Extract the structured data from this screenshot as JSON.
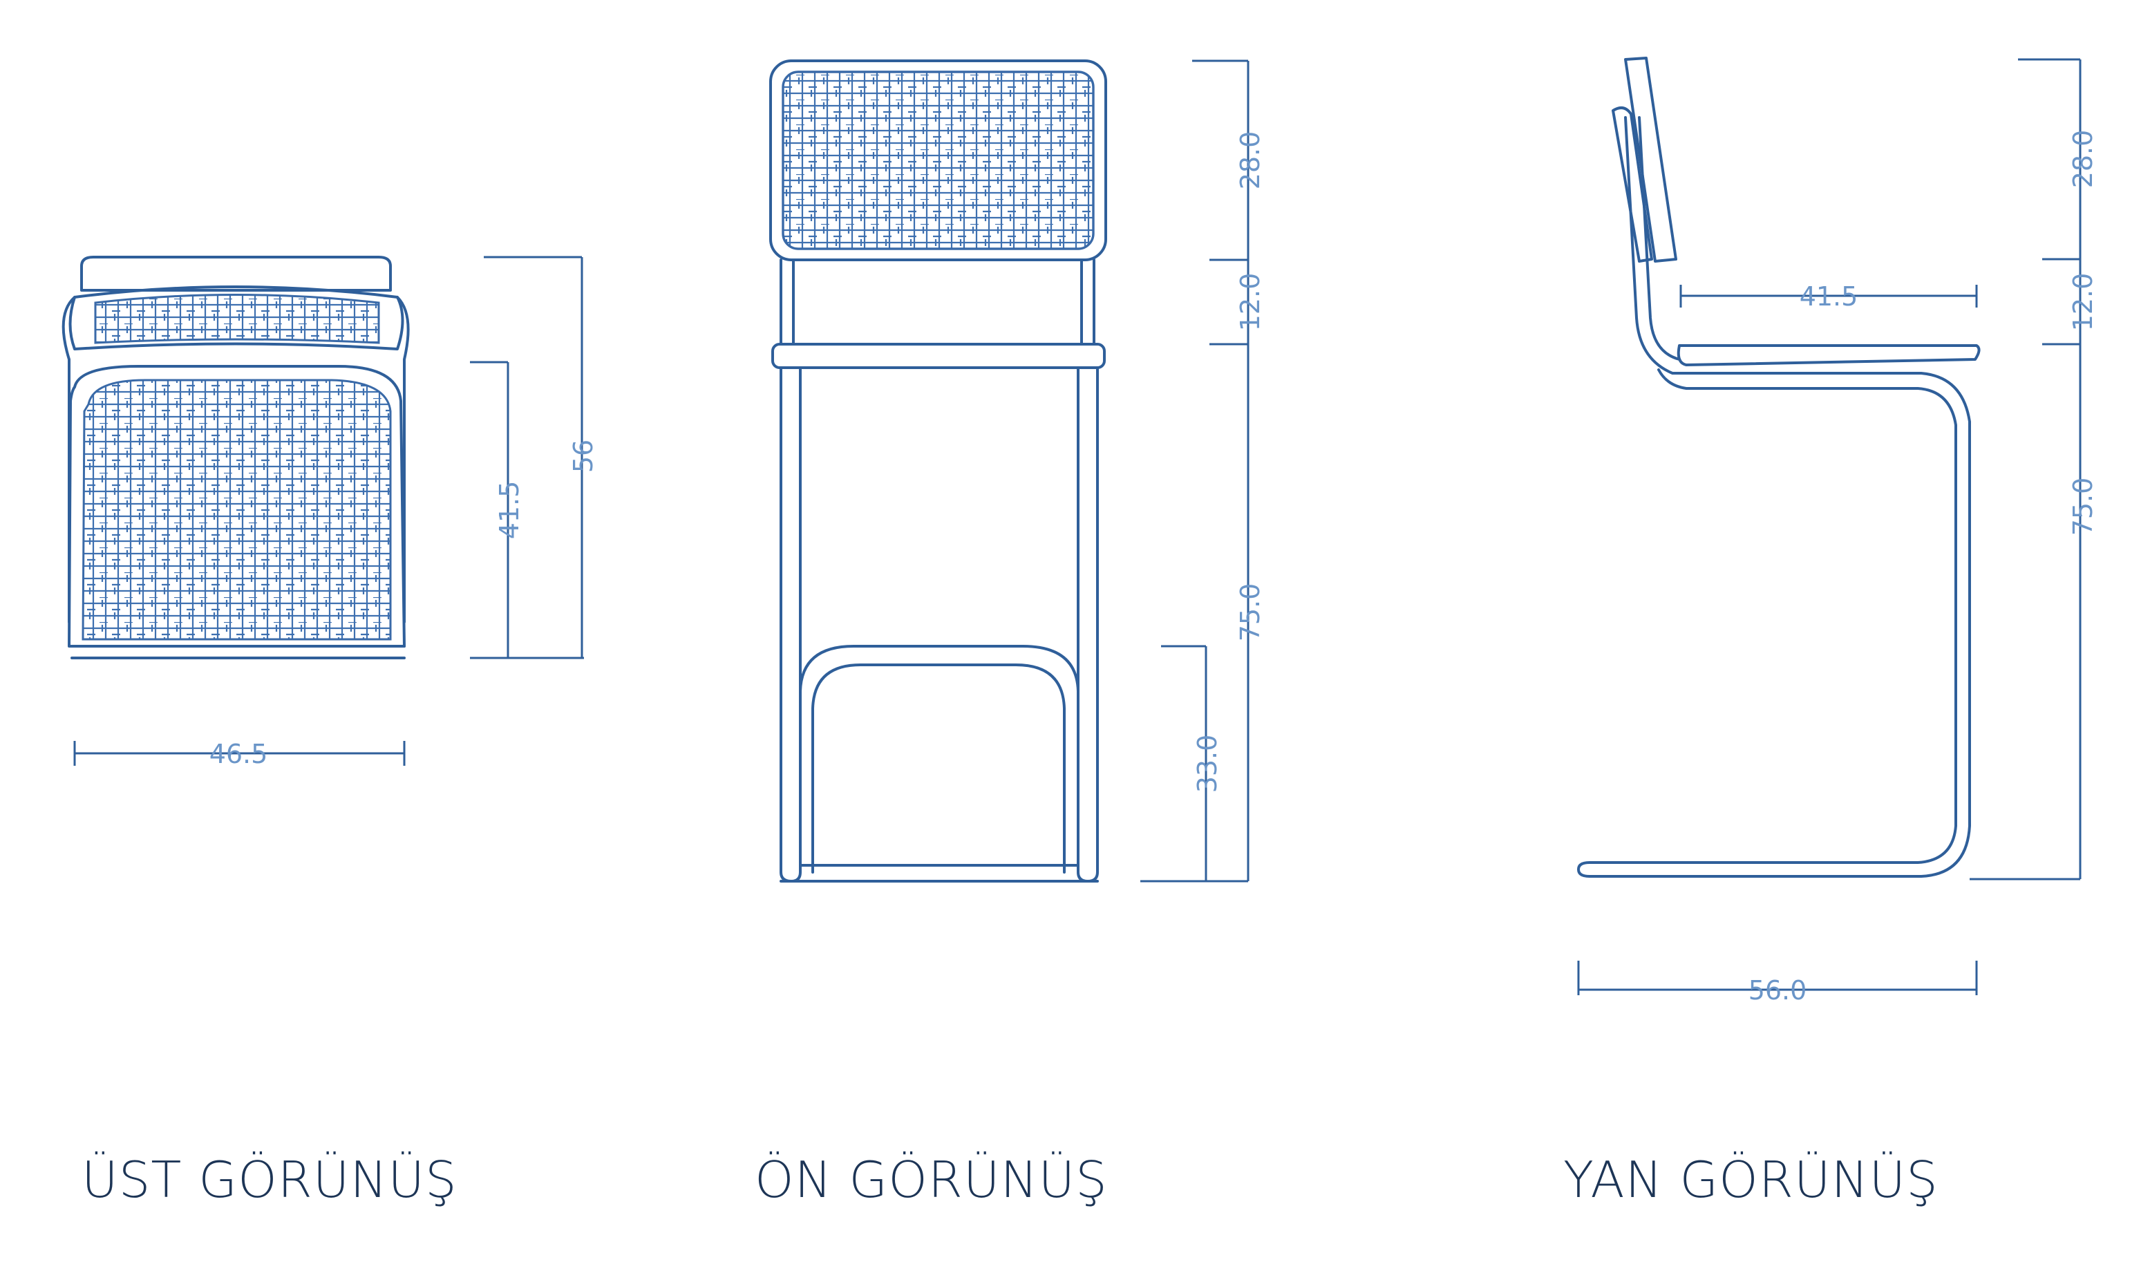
{
  "colors": {
    "line": "#2f5f9a",
    "weave": "#3e70b0",
    "dimension_text": "#6a95c8",
    "title": "#1d3556"
  },
  "views": [
    {
      "title": "ÜST GÖRÜNÜŞ",
      "dims": {
        "width": "46.5",
        "seat_depth": "41.5",
        "total_depth": "56"
      }
    },
    {
      "title": "ÖN GÖRÜNÜŞ",
      "dims": {
        "back": "28.0",
        "gap": "12.0",
        "seat_height": "75.0",
        "footrest": "33.0"
      }
    },
    {
      "title": "YAN GÖRÜNÜŞ",
      "dims": {
        "seat_depth": "41.5",
        "back": "28.0",
        "gap": "12.0",
        "seat_height": "75.0",
        "depth": "56.0"
      }
    }
  ]
}
